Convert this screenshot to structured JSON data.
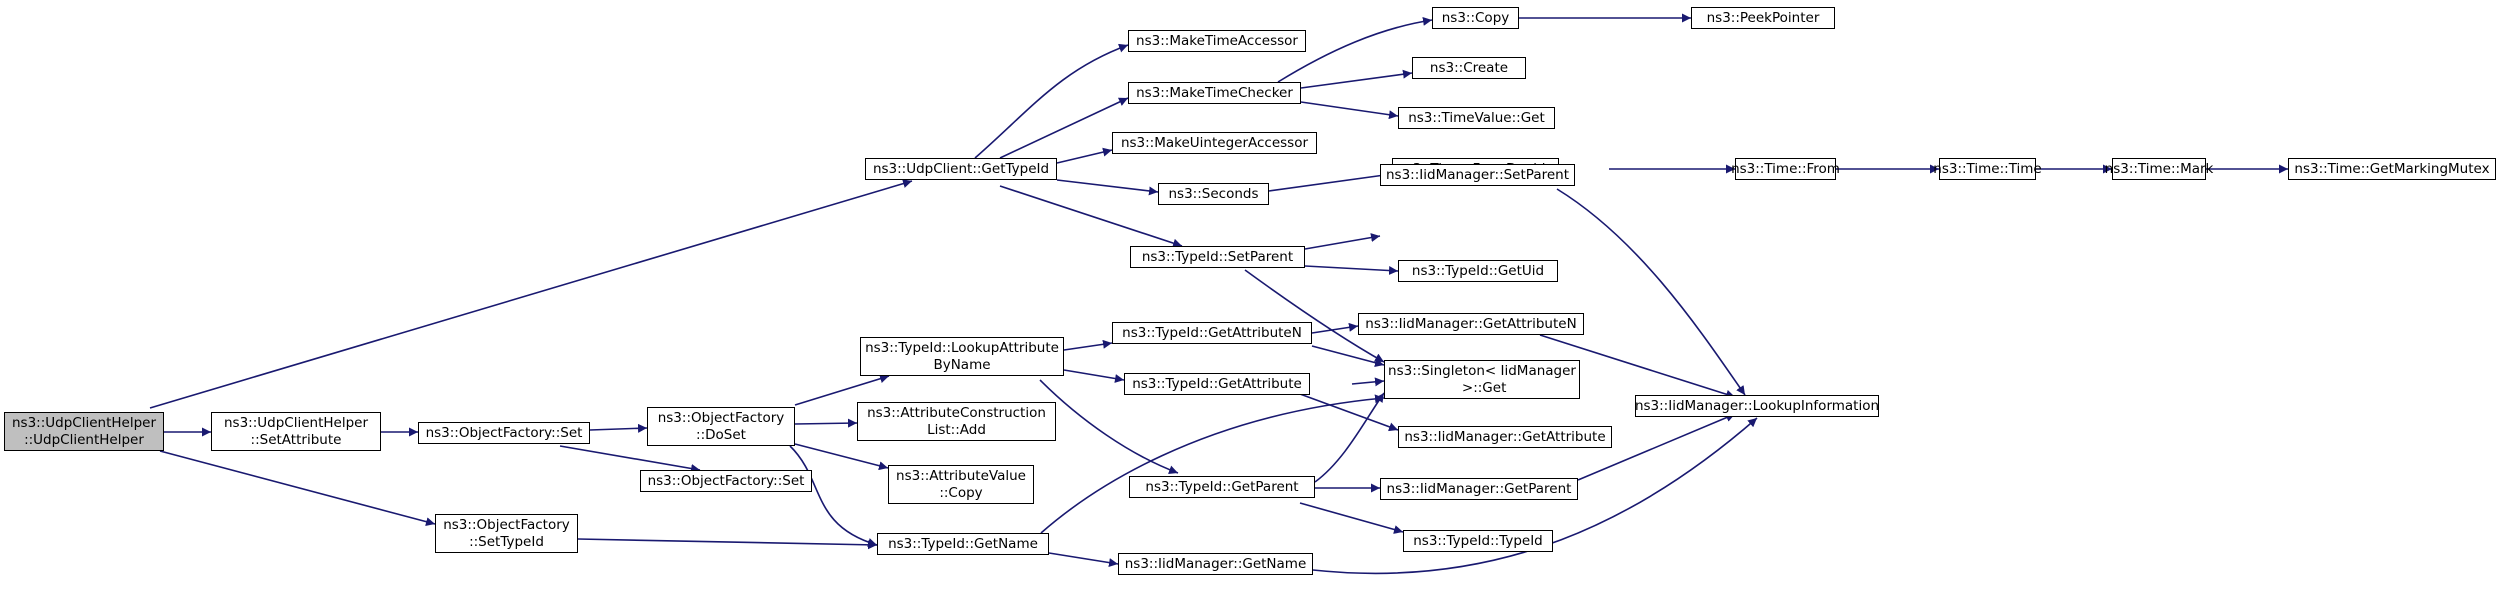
{
  "graph": {
    "nodes": {
      "udpclienthelper_ctor": "ns3::UdpClientHelper\n::UdpClientHelper",
      "udpclienthelper_setattribute": "ns3::UdpClientHelper\n::SetAttribute",
      "objectfactory_set": "ns3::ObjectFactory::Set",
      "objectfactory_doset": "ns3::ObjectFactory\n::DoSet",
      "objectfactory_set_2": "ns3::ObjectFactory::Set",
      "objectfactory_settypeid": "ns3::ObjectFactory\n::SetTypeId",
      "udpclient_gettypeid": "ns3::UdpClient::GetTypeId",
      "typeid_lookupattributebyname": "ns3::TypeId::LookupAttribute\nByName",
      "attributeconstructionlist_add": "ns3::AttributeConstruction\nList::Add",
      "attributevalue_copy": "ns3::AttributeValue\n::Copy",
      "typeid_getname": "ns3::TypeId::GetName",
      "maketimeaccessor": "ns3::MakeTimeAccessor",
      "maketimechecker": "ns3::MakeTimeChecker",
      "makeuintegeraccessor": "ns3::MakeUintegerAccessor",
      "seconds": "ns3::Seconds",
      "typeid_setparent": "ns3::TypeId::SetParent",
      "typeid_getattributen": "ns3::TypeId::GetAttributeN",
      "typeid_getattribute": "ns3::TypeId::GetAttribute",
      "typeid_getparent": "ns3::TypeId::GetParent",
      "iidmanager_getname": "ns3::IidManager::GetName",
      "copy": "ns3::Copy",
      "create": "ns3::Create",
      "timevalue_get": "ns3::TimeValue::Get",
      "time_fromdouble": "ns3::Time::FromDouble",
      "iidmanager_setparent": "ns3::IidManager::SetParent",
      "typeid_getuid": "ns3::TypeId::GetUid",
      "iidmanager_getattributen": "ns3::IidManager::GetAttributeN",
      "singleton_get": "ns3::Singleton< IidManager\n >::Get",
      "iidmanager_getattribute": "ns3::IidManager::GetAttribute",
      "iidmanager_getparent": "ns3::IidManager::GetParent",
      "typeid_typeid": "ns3::TypeId::TypeId",
      "peekpointer": "ns3::PeekPointer",
      "time_from": "ns3::Time::From",
      "iidmanager_lookupinformation": "ns3::IidManager::LookupInformation",
      "time_time": "ns3::Time::Time",
      "time_mark": "ns3::Time::Mark",
      "time_getmarkingmutex": "ns3::Time::GetMarkingMutex"
    }
  },
  "colors": {
    "edge": "#191970",
    "root_fill": "#bfbfbf",
    "node_fill": "#ffffff",
    "border": "#000000"
  }
}
